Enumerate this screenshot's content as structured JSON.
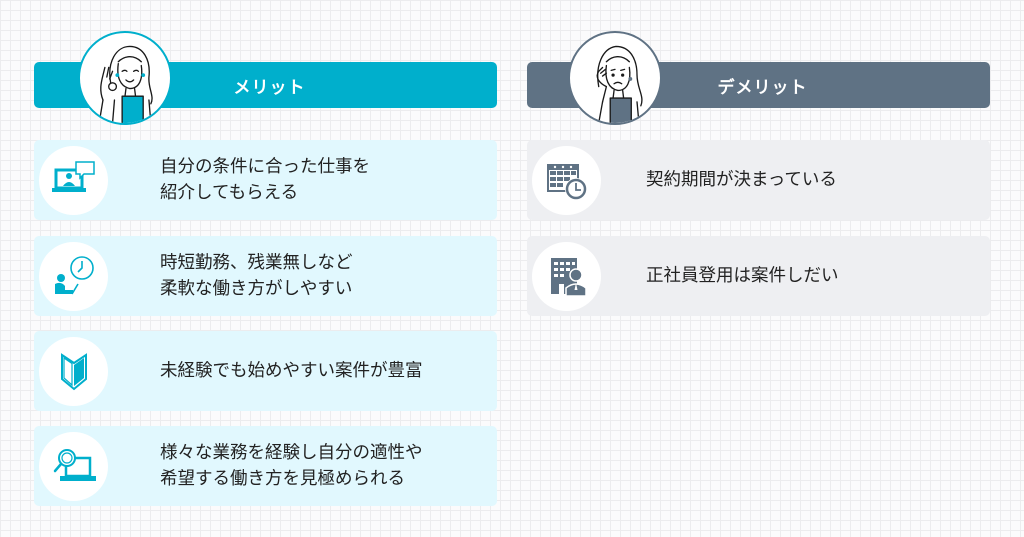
{
  "colors": {
    "merit_accent": "#00afcc",
    "merit_card_bg": "#e1f8fe",
    "demerit_accent": "#5f7284",
    "demerit_card_bg": "#eeeff2",
    "text": "#222222"
  },
  "merit": {
    "title": "メリット",
    "avatar": "smiling-woman-ok-gesture",
    "items": [
      {
        "icon": "online-consultation-icon",
        "text": "自分の条件に合った仕事を\n紹介してもらえる"
      },
      {
        "icon": "flexible-hours-icon",
        "text": "時短勤務、残業無しなど\n柔軟な働き方がしやすい"
      },
      {
        "icon": "beginner-mark-icon",
        "text": "未経験でも始めやすい案件が豊富"
      },
      {
        "icon": "laptop-search-icon",
        "text": "様々な業務を経験し自分の適性や\n希望する働き方を見極められる"
      }
    ]
  },
  "demerit": {
    "title": "デメリット",
    "avatar": "worried-woman-hand-on-cheek",
    "items": [
      {
        "icon": "calendar-clock-icon",
        "text": "契約期間が決まっている"
      },
      {
        "icon": "office-building-person-icon",
        "text": "正社員登用は案件しだい"
      }
    ]
  }
}
